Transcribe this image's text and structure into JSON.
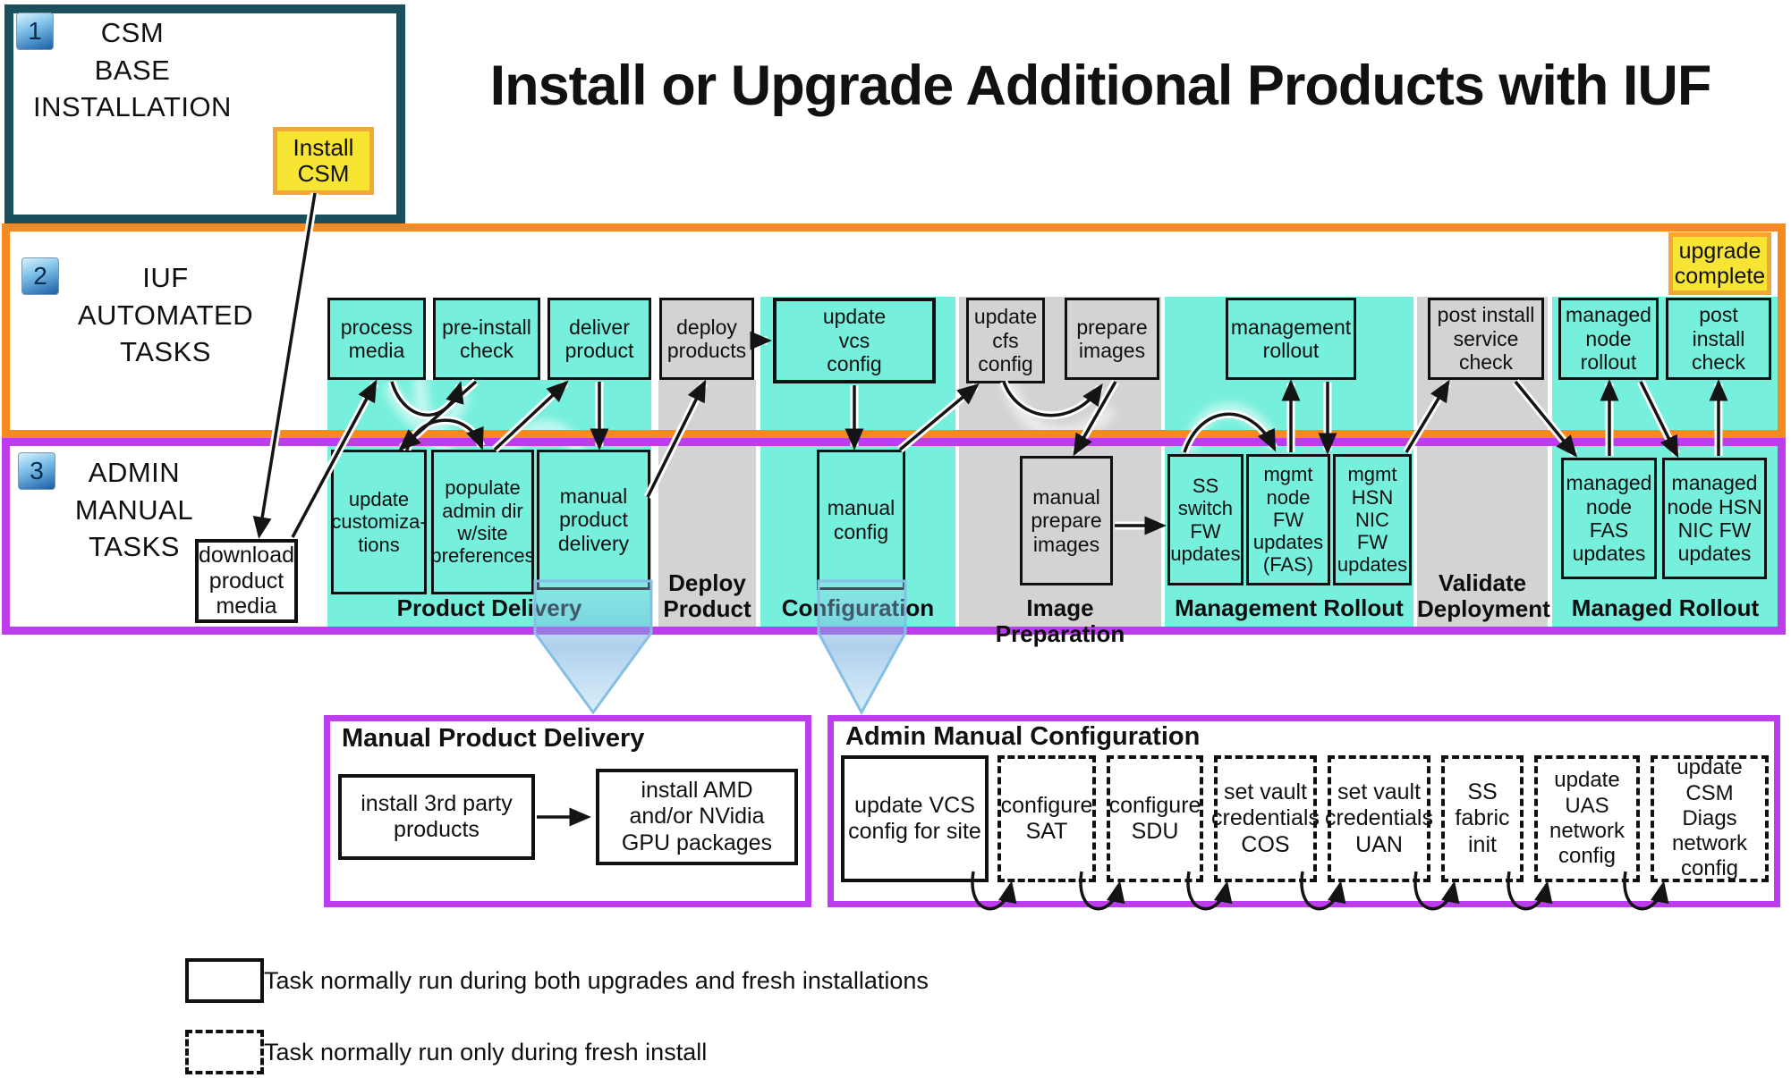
{
  "title": "Install or Upgrade Additional Products with IUF",
  "colors": {
    "teal_fill": "#76EFDC",
    "gray_fill": "#D3D3D3",
    "yellow_fill": "#F7E433",
    "orange_frame": "#F6891F",
    "purple_frame": "#BB3DEB",
    "dark_teal_frame": "#1B4F5C",
    "badge_blue": "#1C5EA6"
  },
  "csm_base": {
    "step_number": "1",
    "label": "CSM\nBASE\nINSTALLATION",
    "install_csm": "Install\nCSM"
  },
  "iuf_automated": {
    "step_number": "2",
    "label": "IUF\nAUTOMATED\nTASKS",
    "upgrade_complete": "upgrade\ncomplete"
  },
  "admin_manual": {
    "step_number": "3",
    "label": "ADMIN\nMANUAL\nTASKS"
  },
  "automated_tasks": [
    "process\nmedia",
    "pre-install\ncheck",
    "deliver\nproduct",
    "deploy\nproducts",
    "update\nvcs\nconfig",
    "update\ncfs\nconfig",
    "prepare\nimages",
    "management\nrollout",
    "post install\nservice\ncheck",
    "managed\nnode\nrollout",
    "post\ninstall\ncheck"
  ],
  "manual_tasks": [
    "download\nproduct\nmedia",
    "update\ncustomiza-\ntions",
    "populate\nadmin dir\nw/site\npreferences",
    "manual\nproduct\ndelivery",
    "manual\nconfig",
    "manual\nprepare\nimages",
    "SS\nswitch\nFW\nupdates",
    "mgmt\nnode\nFW\nupdates\n(FAS)",
    "mgmt\nHSN\nNIC\nFW\nupdates",
    "managed\nnode\nFAS\nupdates",
    "managed\nnode HSN\nNIC FW\nupdates"
  ],
  "stages": [
    "Product Delivery",
    "Deploy\nProduct",
    "Configuration",
    "Image Preparation",
    "Management Rollout",
    "Validate\nDeployment",
    "Managed Rollout"
  ],
  "panels": {
    "manual_product_delivery": {
      "title": "Manual Product Delivery",
      "boxes": [
        "install 3rd party\nproducts",
        "install AMD\nand/or NVidia\nGPU packages"
      ]
    },
    "admin_manual_configuration": {
      "title": "Admin Manual Configuration",
      "boxes": [
        "update VCS\nconfig for site",
        "configure\nSAT",
        "configure\nSDU",
        "set vault\ncredentials\nCOS",
        "set vault\ncredentials\nUAN",
        "SS\nfabric\ninit",
        "update\nUAS\nnetwork\nconfig",
        "update\nCSM\nDiags\nnetwork\nconfig"
      ]
    }
  },
  "legend": {
    "solid": "Task normally run during both upgrades and fresh installations",
    "dashed": "Task normally run only during fresh install"
  }
}
